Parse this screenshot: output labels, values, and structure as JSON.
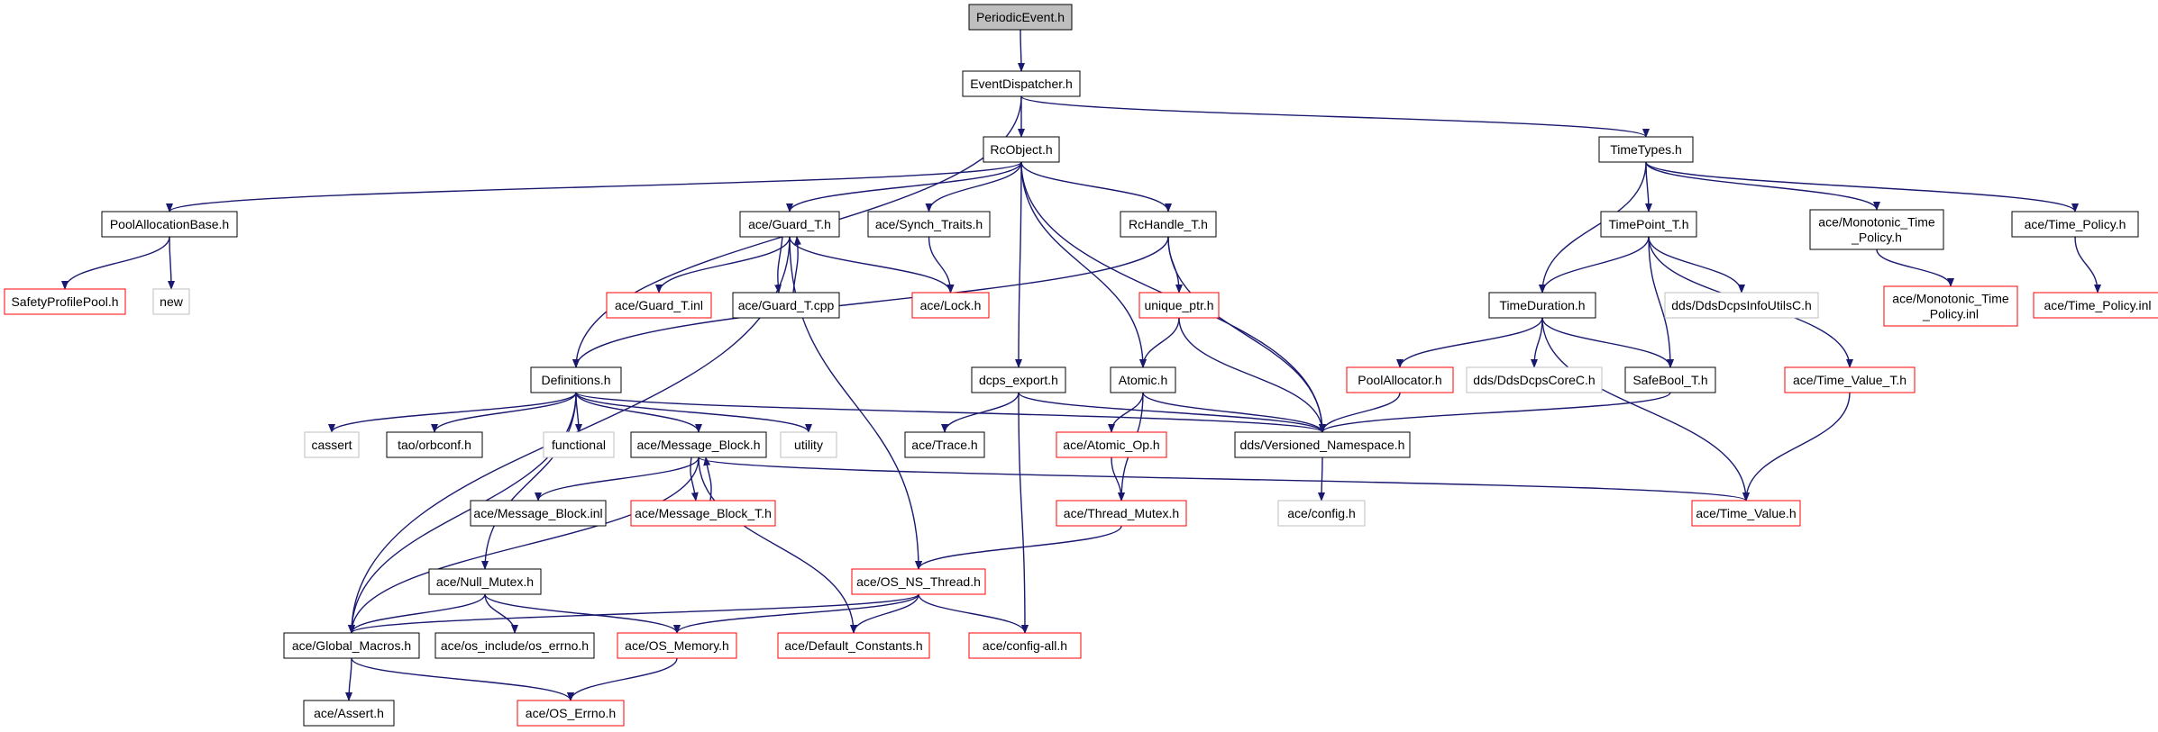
{
  "colors": {
    "edge": "#191970",
    "border_normal": "#000000",
    "border_truncated": "#ff0000",
    "border_external": "#bfbfbf",
    "fill_normal": "#ffffff",
    "fill_root": "#bfbfbf",
    "text": "#000000"
  },
  "nodes": [
    {
      "id": "periodic_event",
      "label": "PeriodicEvent.h",
      "kind": "root"
    },
    {
      "id": "event_dispatcher",
      "label": "EventDispatcher.h",
      "kind": "normal"
    },
    {
      "id": "rc_object",
      "label": "RcObject.h",
      "kind": "normal"
    },
    {
      "id": "time_types",
      "label": "TimeTypes.h",
      "kind": "normal"
    },
    {
      "id": "pool_allocation_base",
      "label": "PoolAllocationBase.h",
      "kind": "normal"
    },
    {
      "id": "guard_t_h",
      "label": "ace/Guard_T.h",
      "kind": "normal"
    },
    {
      "id": "synch_traits",
      "label": "ace/Synch_Traits.h",
      "kind": "normal"
    },
    {
      "id": "rc_handle_t",
      "label": "RcHandle_T.h",
      "kind": "normal"
    },
    {
      "id": "time_point_t",
      "label": "TimePoint_T.h",
      "kind": "normal"
    },
    {
      "id": "monotonic_time_policy_h",
      "label": "ace/Monotonic_Time\n_Policy.h",
      "kind": "normal"
    },
    {
      "id": "time_policy_h",
      "label": "ace/Time_Policy.h",
      "kind": "normal"
    },
    {
      "id": "safety_profile_pool",
      "label": "SafetyProfilePool.h",
      "kind": "truncated"
    },
    {
      "id": "new",
      "label": "new",
      "kind": "external"
    },
    {
      "id": "guard_t_inl",
      "label": "ace/Guard_T.inl",
      "kind": "truncated"
    },
    {
      "id": "guard_t_cpp",
      "label": "ace/Guard_T.cpp",
      "kind": "normal"
    },
    {
      "id": "lock_h",
      "label": "ace/Lock.h",
      "kind": "truncated"
    },
    {
      "id": "unique_ptr",
      "label": "unique_ptr.h",
      "kind": "truncated"
    },
    {
      "id": "time_duration",
      "label": "TimeDuration.h",
      "kind": "normal"
    },
    {
      "id": "dds_dcps_info_utils",
      "label": "dds/DdsDcpsInfoUtilsC.h",
      "kind": "external"
    },
    {
      "id": "monotonic_time_policy_inl",
      "label": "ace/Monotonic_Time\n_Policy.inl",
      "kind": "truncated"
    },
    {
      "id": "time_policy_inl",
      "label": "ace/Time_Policy.inl",
      "kind": "truncated"
    },
    {
      "id": "definitions",
      "label": "Definitions.h",
      "kind": "normal"
    },
    {
      "id": "dcps_export",
      "label": "dcps_export.h",
      "kind": "normal"
    },
    {
      "id": "atomic",
      "label": "Atomic.h",
      "kind": "normal"
    },
    {
      "id": "pool_allocator",
      "label": "PoolAllocator.h",
      "kind": "truncated"
    },
    {
      "id": "dds_dcps_core",
      "label": "dds/DdsDcpsCoreC.h",
      "kind": "external"
    },
    {
      "id": "safe_bool_t",
      "label": "SafeBool_T.h",
      "kind": "normal"
    },
    {
      "id": "time_value_t",
      "label": "ace/Time_Value_T.h",
      "kind": "truncated"
    },
    {
      "id": "cassert",
      "label": "cassert",
      "kind": "external"
    },
    {
      "id": "orbconf",
      "label": "tao/orbconf.h",
      "kind": "normal"
    },
    {
      "id": "functional",
      "label": "functional",
      "kind": "external"
    },
    {
      "id": "message_block_h",
      "label": "ace/Message_Block.h",
      "kind": "normal"
    },
    {
      "id": "utility",
      "label": "utility",
      "kind": "external"
    },
    {
      "id": "trace_h",
      "label": "ace/Trace.h",
      "kind": "normal"
    },
    {
      "id": "atomic_op",
      "label": "ace/Atomic_Op.h",
      "kind": "truncated"
    },
    {
      "id": "versioned_namespace",
      "label": "dds/Versioned_Namespace.h",
      "kind": "normal"
    },
    {
      "id": "config_h",
      "label": "ace/config.h",
      "kind": "external"
    },
    {
      "id": "message_block_inl",
      "label": "ace/Message_Block.inl",
      "kind": "normal"
    },
    {
      "id": "message_block_t",
      "label": "ace/Message_Block_T.h",
      "kind": "truncated"
    },
    {
      "id": "thread_mutex",
      "label": "ace/Thread_Mutex.h",
      "kind": "truncated"
    },
    {
      "id": "time_value_h",
      "label": "ace/Time_Value.h",
      "kind": "truncated"
    },
    {
      "id": "null_mutex",
      "label": "ace/Null_Mutex.h",
      "kind": "normal"
    },
    {
      "id": "os_ns_thread",
      "label": "ace/OS_NS_Thread.h",
      "kind": "truncated"
    },
    {
      "id": "global_macros",
      "label": "ace/Global_Macros.h",
      "kind": "normal"
    },
    {
      "id": "os_errno_h",
      "label": "ace/os_include/os_errno.h",
      "kind": "normal"
    },
    {
      "id": "os_memory",
      "label": "ace/OS_Memory.h",
      "kind": "truncated"
    },
    {
      "id": "default_constants",
      "label": "ace/Default_Constants.h",
      "kind": "truncated"
    },
    {
      "id": "config_all",
      "label": "ace/config-all.h",
      "kind": "truncated"
    },
    {
      "id": "assert_h",
      "label": "ace/Assert.h",
      "kind": "normal"
    },
    {
      "id": "os_errno_ace",
      "label": "ace/OS_Errno.h",
      "kind": "truncated"
    }
  ],
  "edges": [
    [
      "periodic_event",
      "event_dispatcher"
    ],
    [
      "event_dispatcher",
      "rc_object"
    ],
    [
      "event_dispatcher",
      "time_types"
    ],
    [
      "event_dispatcher",
      "definitions"
    ],
    [
      "rc_object",
      "pool_allocation_base"
    ],
    [
      "rc_object",
      "guard_t_h"
    ],
    [
      "rc_object",
      "synch_traits"
    ],
    [
      "rc_object",
      "rc_handle_t"
    ],
    [
      "rc_object",
      "dcps_export"
    ],
    [
      "rc_object",
      "atomic"
    ],
    [
      "rc_object",
      "versioned_namespace"
    ],
    [
      "time_types",
      "time_duration"
    ],
    [
      "time_types",
      "time_point_t"
    ],
    [
      "time_types",
      "monotonic_time_policy_h"
    ],
    [
      "time_types",
      "time_policy_h"
    ],
    [
      "pool_allocation_base",
      "safety_profile_pool"
    ],
    [
      "pool_allocation_base",
      "new"
    ],
    [
      "guard_t_h",
      "guard_t_inl"
    ],
    [
      "guard_t_h",
      "guard_t_cpp"
    ],
    [
      "guard_t_cpp",
      "guard_t_h"
    ],
    [
      "guard_t_h",
      "lock_h"
    ],
    [
      "guard_t_h",
      "global_macros"
    ],
    [
      "guard_t_h",
      "os_ns_thread"
    ],
    [
      "synch_traits",
      "lock_h"
    ],
    [
      "rc_handle_t",
      "unique_ptr"
    ],
    [
      "rc_handle_t",
      "definitions"
    ],
    [
      "rc_handle_t",
      "versioned_namespace"
    ],
    [
      "unique_ptr",
      "atomic"
    ],
    [
      "unique_ptr",
      "versioned_namespace"
    ],
    [
      "time_point_t",
      "time_duration"
    ],
    [
      "time_point_t",
      "safe_bool_t"
    ],
    [
      "time_point_t",
      "dds_dcps_info_utils"
    ],
    [
      "time_point_t",
      "time_value_t"
    ],
    [
      "monotonic_time_policy_h",
      "monotonic_time_policy_inl"
    ],
    [
      "time_policy_h",
      "time_policy_inl"
    ],
    [
      "time_duration",
      "pool_allocator"
    ],
    [
      "time_duration",
      "dds_dcps_core"
    ],
    [
      "time_duration",
      "safe_bool_t"
    ],
    [
      "time_duration",
      "time_value_h"
    ],
    [
      "pool_allocator",
      "versioned_namespace"
    ],
    [
      "safe_bool_t",
      "versioned_namespace"
    ],
    [
      "time_value_t",
      "time_value_h"
    ],
    [
      "definitions",
      "cassert"
    ],
    [
      "definitions",
      "orbconf"
    ],
    [
      "definitions",
      "functional"
    ],
    [
      "definitions",
      "message_block_h"
    ],
    [
      "definitions",
      "utility"
    ],
    [
      "definitions",
      "versioned_namespace"
    ],
    [
      "definitions",
      "null_mutex"
    ],
    [
      "definitions",
      "global_macros"
    ],
    [
      "dcps_export",
      "trace_h"
    ],
    [
      "dcps_export",
      "versioned_namespace"
    ],
    [
      "dcps_export",
      "config_all"
    ],
    [
      "atomic",
      "atomic_op"
    ],
    [
      "atomic",
      "versioned_namespace"
    ],
    [
      "atomic",
      "thread_mutex"
    ],
    [
      "atomic_op",
      "thread_mutex"
    ],
    [
      "versioned_namespace",
      "config_h"
    ],
    [
      "message_block_h",
      "message_block_inl"
    ],
    [
      "message_block_h",
      "message_block_t"
    ],
    [
      "message_block_t",
      "message_block_h"
    ],
    [
      "message_block_h",
      "time_value_h"
    ],
    [
      "message_block_h",
      "global_macros"
    ],
    [
      "message_block_h",
      "default_constants"
    ],
    [
      "thread_mutex",
      "os_ns_thread"
    ],
    [
      "null_mutex",
      "global_macros"
    ],
    [
      "null_mutex",
      "os_errno_h"
    ],
    [
      "null_mutex",
      "os_memory"
    ],
    [
      "os_ns_thread",
      "global_macros"
    ],
    [
      "os_ns_thread",
      "os_memory"
    ],
    [
      "os_ns_thread",
      "default_constants"
    ],
    [
      "os_ns_thread",
      "config_all"
    ],
    [
      "global_macros",
      "assert_h"
    ],
    [
      "global_macros",
      "os_errno_ace"
    ],
    [
      "os_memory",
      "os_errno_ace"
    ]
  ]
}
